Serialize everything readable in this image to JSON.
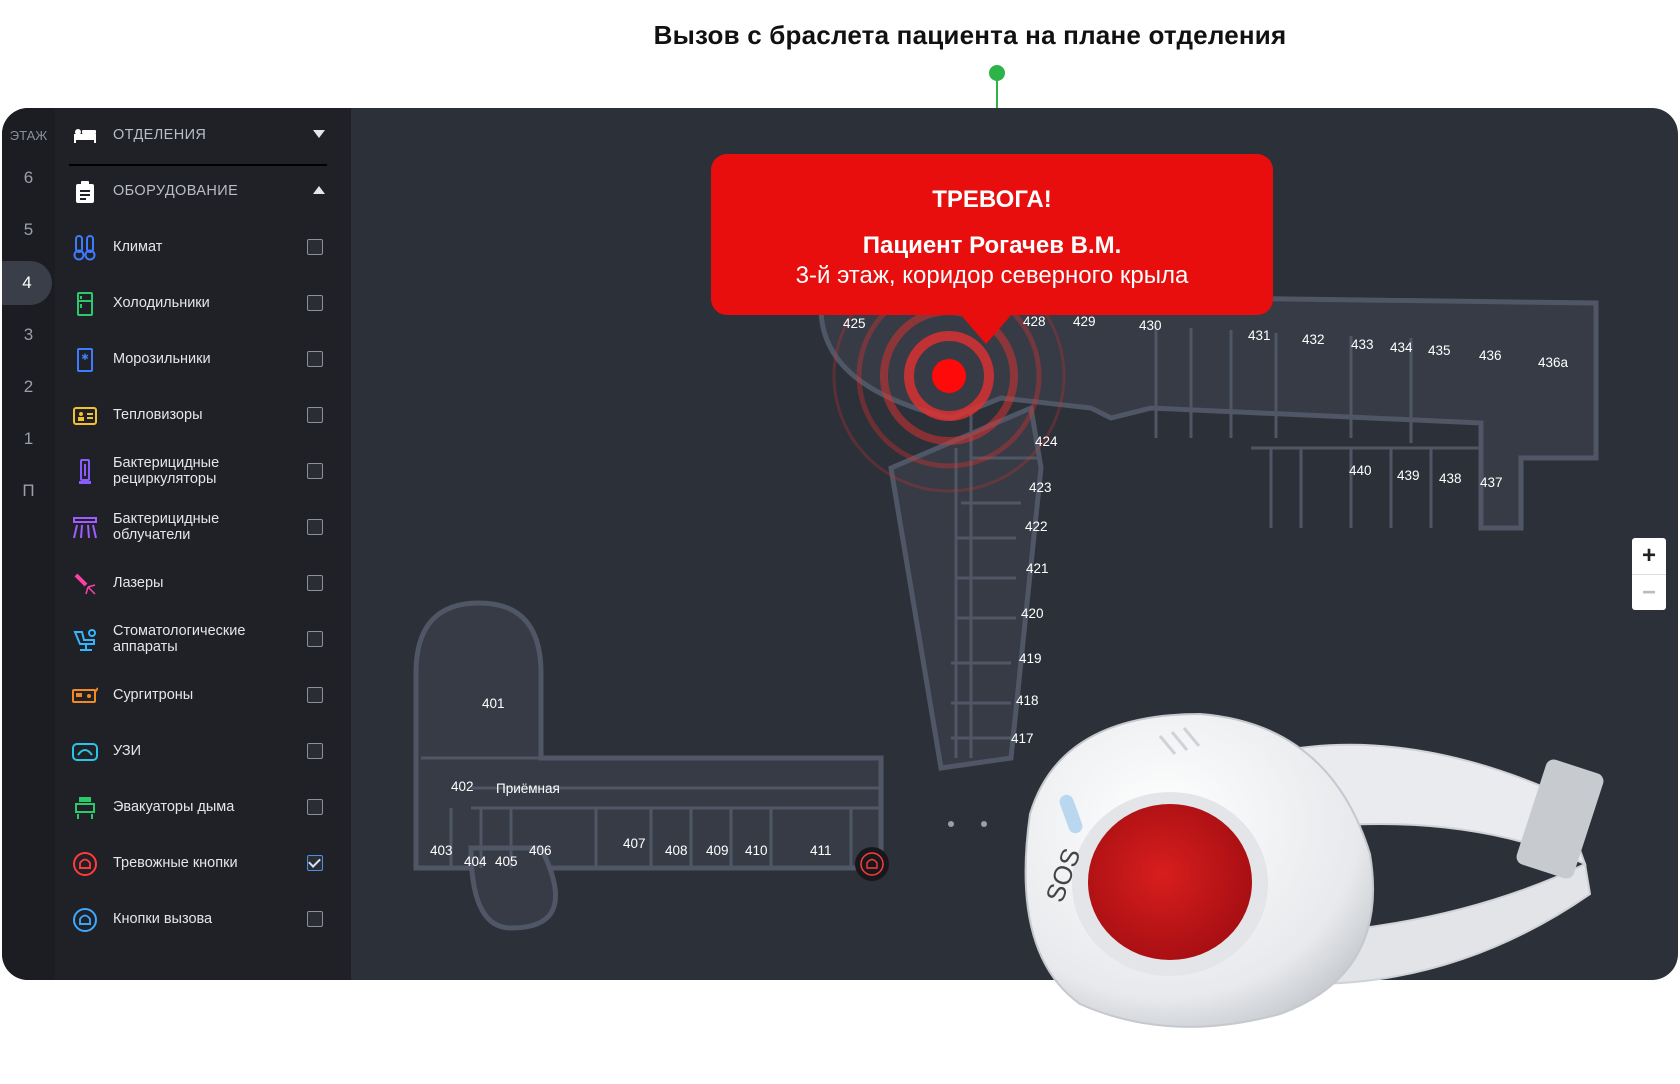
{
  "headline": "Вызов с браслета пациента на плане отделения",
  "floors": {
    "label": "ЭТАЖ",
    "items": [
      "6",
      "5",
      "4",
      "3",
      "2",
      "1",
      "П"
    ],
    "active": "4"
  },
  "sidebar": {
    "departments": "ОТДЕЛЕНИЯ",
    "equipment": "ОБОРУДОВАНИЕ",
    "items": [
      {
        "label": "Климат",
        "icon": "thermometer-icon",
        "color": "#3d7bff",
        "checked": false
      },
      {
        "label": "Холодильники",
        "icon": "fridge-icon",
        "color": "#2bc96a",
        "checked": false
      },
      {
        "label": "Морозильники",
        "icon": "freezer-icon",
        "color": "#3d7bff",
        "checked": false
      },
      {
        "label": "Тепловизоры",
        "icon": "thermal-camera-icon",
        "color": "#f2c12e",
        "checked": false
      },
      {
        "label": "Бактерицидные рециркуляторы",
        "icon": "recirculator-icon",
        "color": "#8a5cff",
        "checked": false
      },
      {
        "label": "Бактерицидные облучатели",
        "icon": "uv-lamp-icon",
        "color": "#a05cff",
        "checked": false
      },
      {
        "label": "Лазеры",
        "icon": "laser-icon",
        "color": "#ff3fa6",
        "checked": false
      },
      {
        "label": "Стоматологические аппараты",
        "icon": "dental-chair-icon",
        "color": "#34b5ff",
        "checked": false
      },
      {
        "label": "Сургитроны",
        "icon": "surgitron-icon",
        "color": "#f08a24",
        "checked": false
      },
      {
        "label": "УЗИ",
        "icon": "ultrasound-icon",
        "color": "#29c4e6",
        "checked": false
      },
      {
        "label": "Эвакуаторы дыма",
        "icon": "smoke-evacuator-icon",
        "color": "#2bc96a",
        "checked": false
      },
      {
        "label": "Тревожные кнопки",
        "icon": "alarm-bell-icon",
        "color": "#ff3b3b",
        "checked": true
      },
      {
        "label": "Кнопки вызова",
        "icon": "call-bell-icon",
        "color": "#3fa9ff",
        "checked": false
      }
    ]
  },
  "map": {
    "rooms": [
      "425",
      "428",
      "429",
      "430",
      "431",
      "432",
      "433",
      "434",
      "435",
      "436",
      "436а",
      "424",
      "423",
      "422",
      "421",
      "420",
      "419",
      "418",
      "417",
      "440",
      "439",
      "438",
      "437",
      "401",
      "402",
      "Приёмная",
      "403",
      "404",
      "405",
      "406",
      "407",
      "408",
      "409",
      "410",
      "411"
    ]
  },
  "alert": {
    "title": "ТРЕВОГА!",
    "patient": "Пациент Рогачев В.М.",
    "location": "3-й этаж, коридор северного крыла"
  },
  "zoom": {
    "plus": "+",
    "minus": "−"
  },
  "bracelet": {
    "button_text": "SOS"
  },
  "colors": {
    "alert": "#e80e0e",
    "pointer": "#2db34a",
    "map_bg": "#2c3038"
  }
}
